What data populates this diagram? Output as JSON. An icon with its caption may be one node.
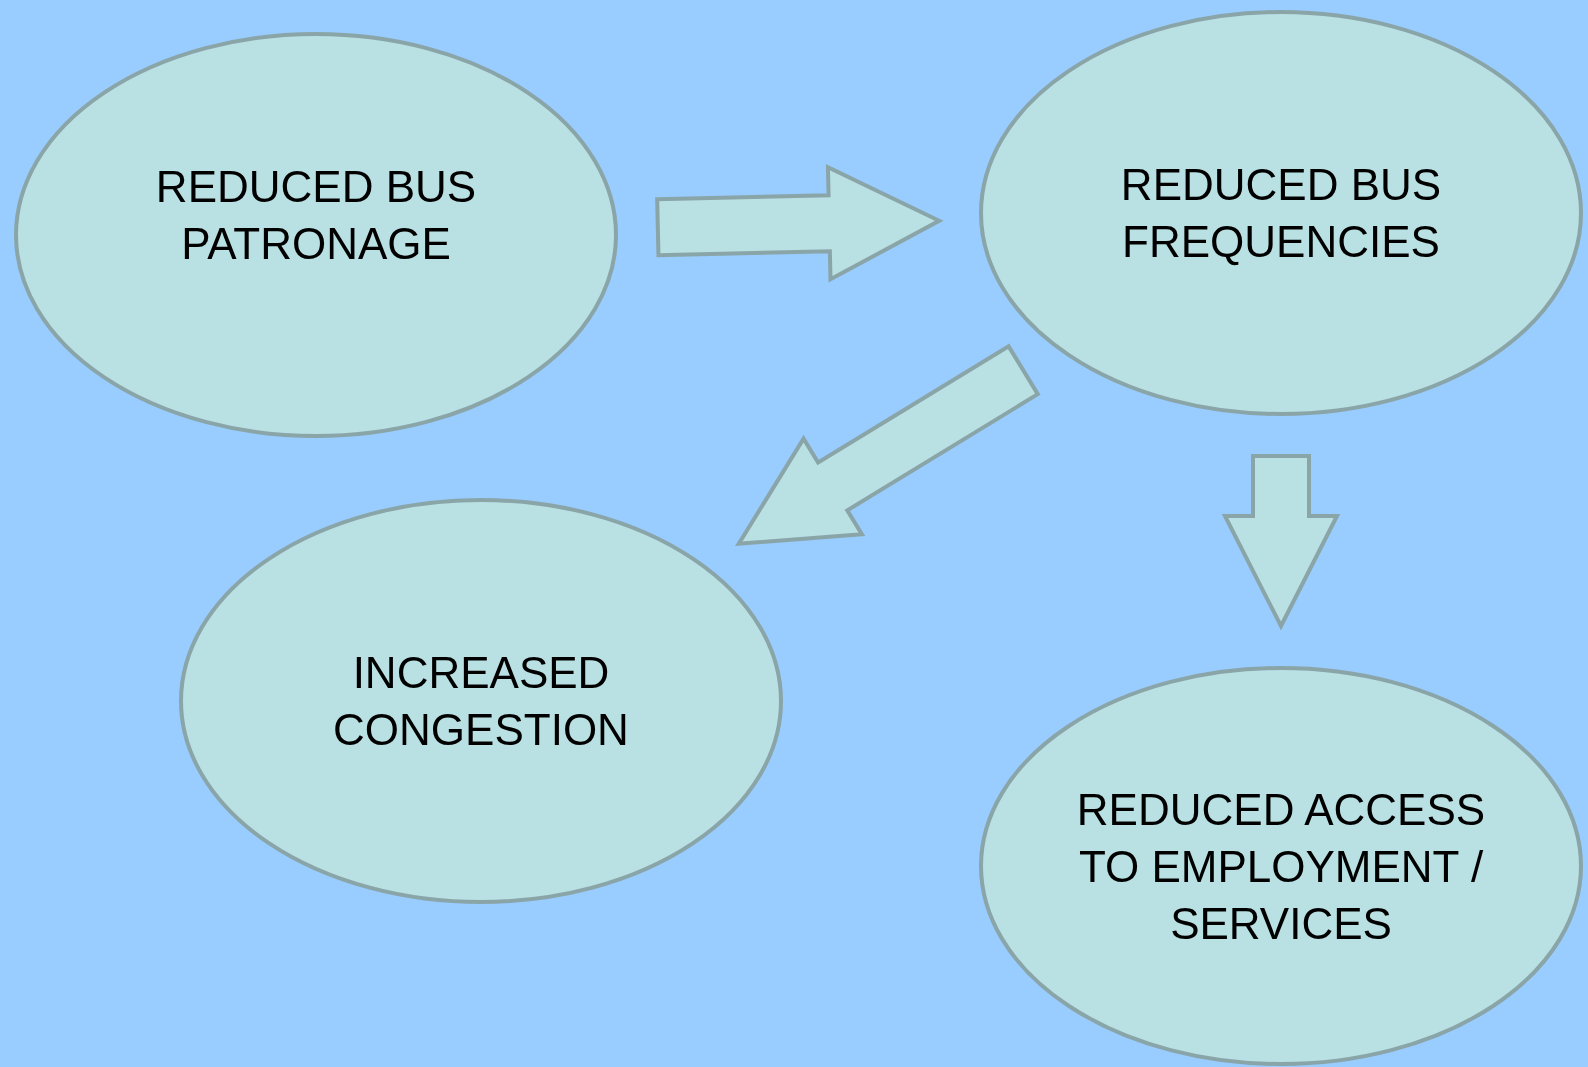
{
  "diagram": {
    "nodes": [
      {
        "text": [
          "REDUCED BUS PATRONAGE"
        ]
      },
      {
        "text": [
          "REDUCED BUS FREQUENCIES"
        ]
      },
      {
        "text": [
          "INCREASED CONGESTION"
        ]
      },
      {
        "text": [
          "REDUCED ACCESS TO EMPLOYMENT / SERVICES"
        ]
      }
    ],
    "edges": [
      {
        "from": 0,
        "to": 1,
        "arrow": "to"
      },
      {
        "from": 1,
        "to": 2,
        "arrow": "to"
      },
      {
        "from": 1,
        "to": 3,
        "arrow": "to"
      }
    ]
  }
}
